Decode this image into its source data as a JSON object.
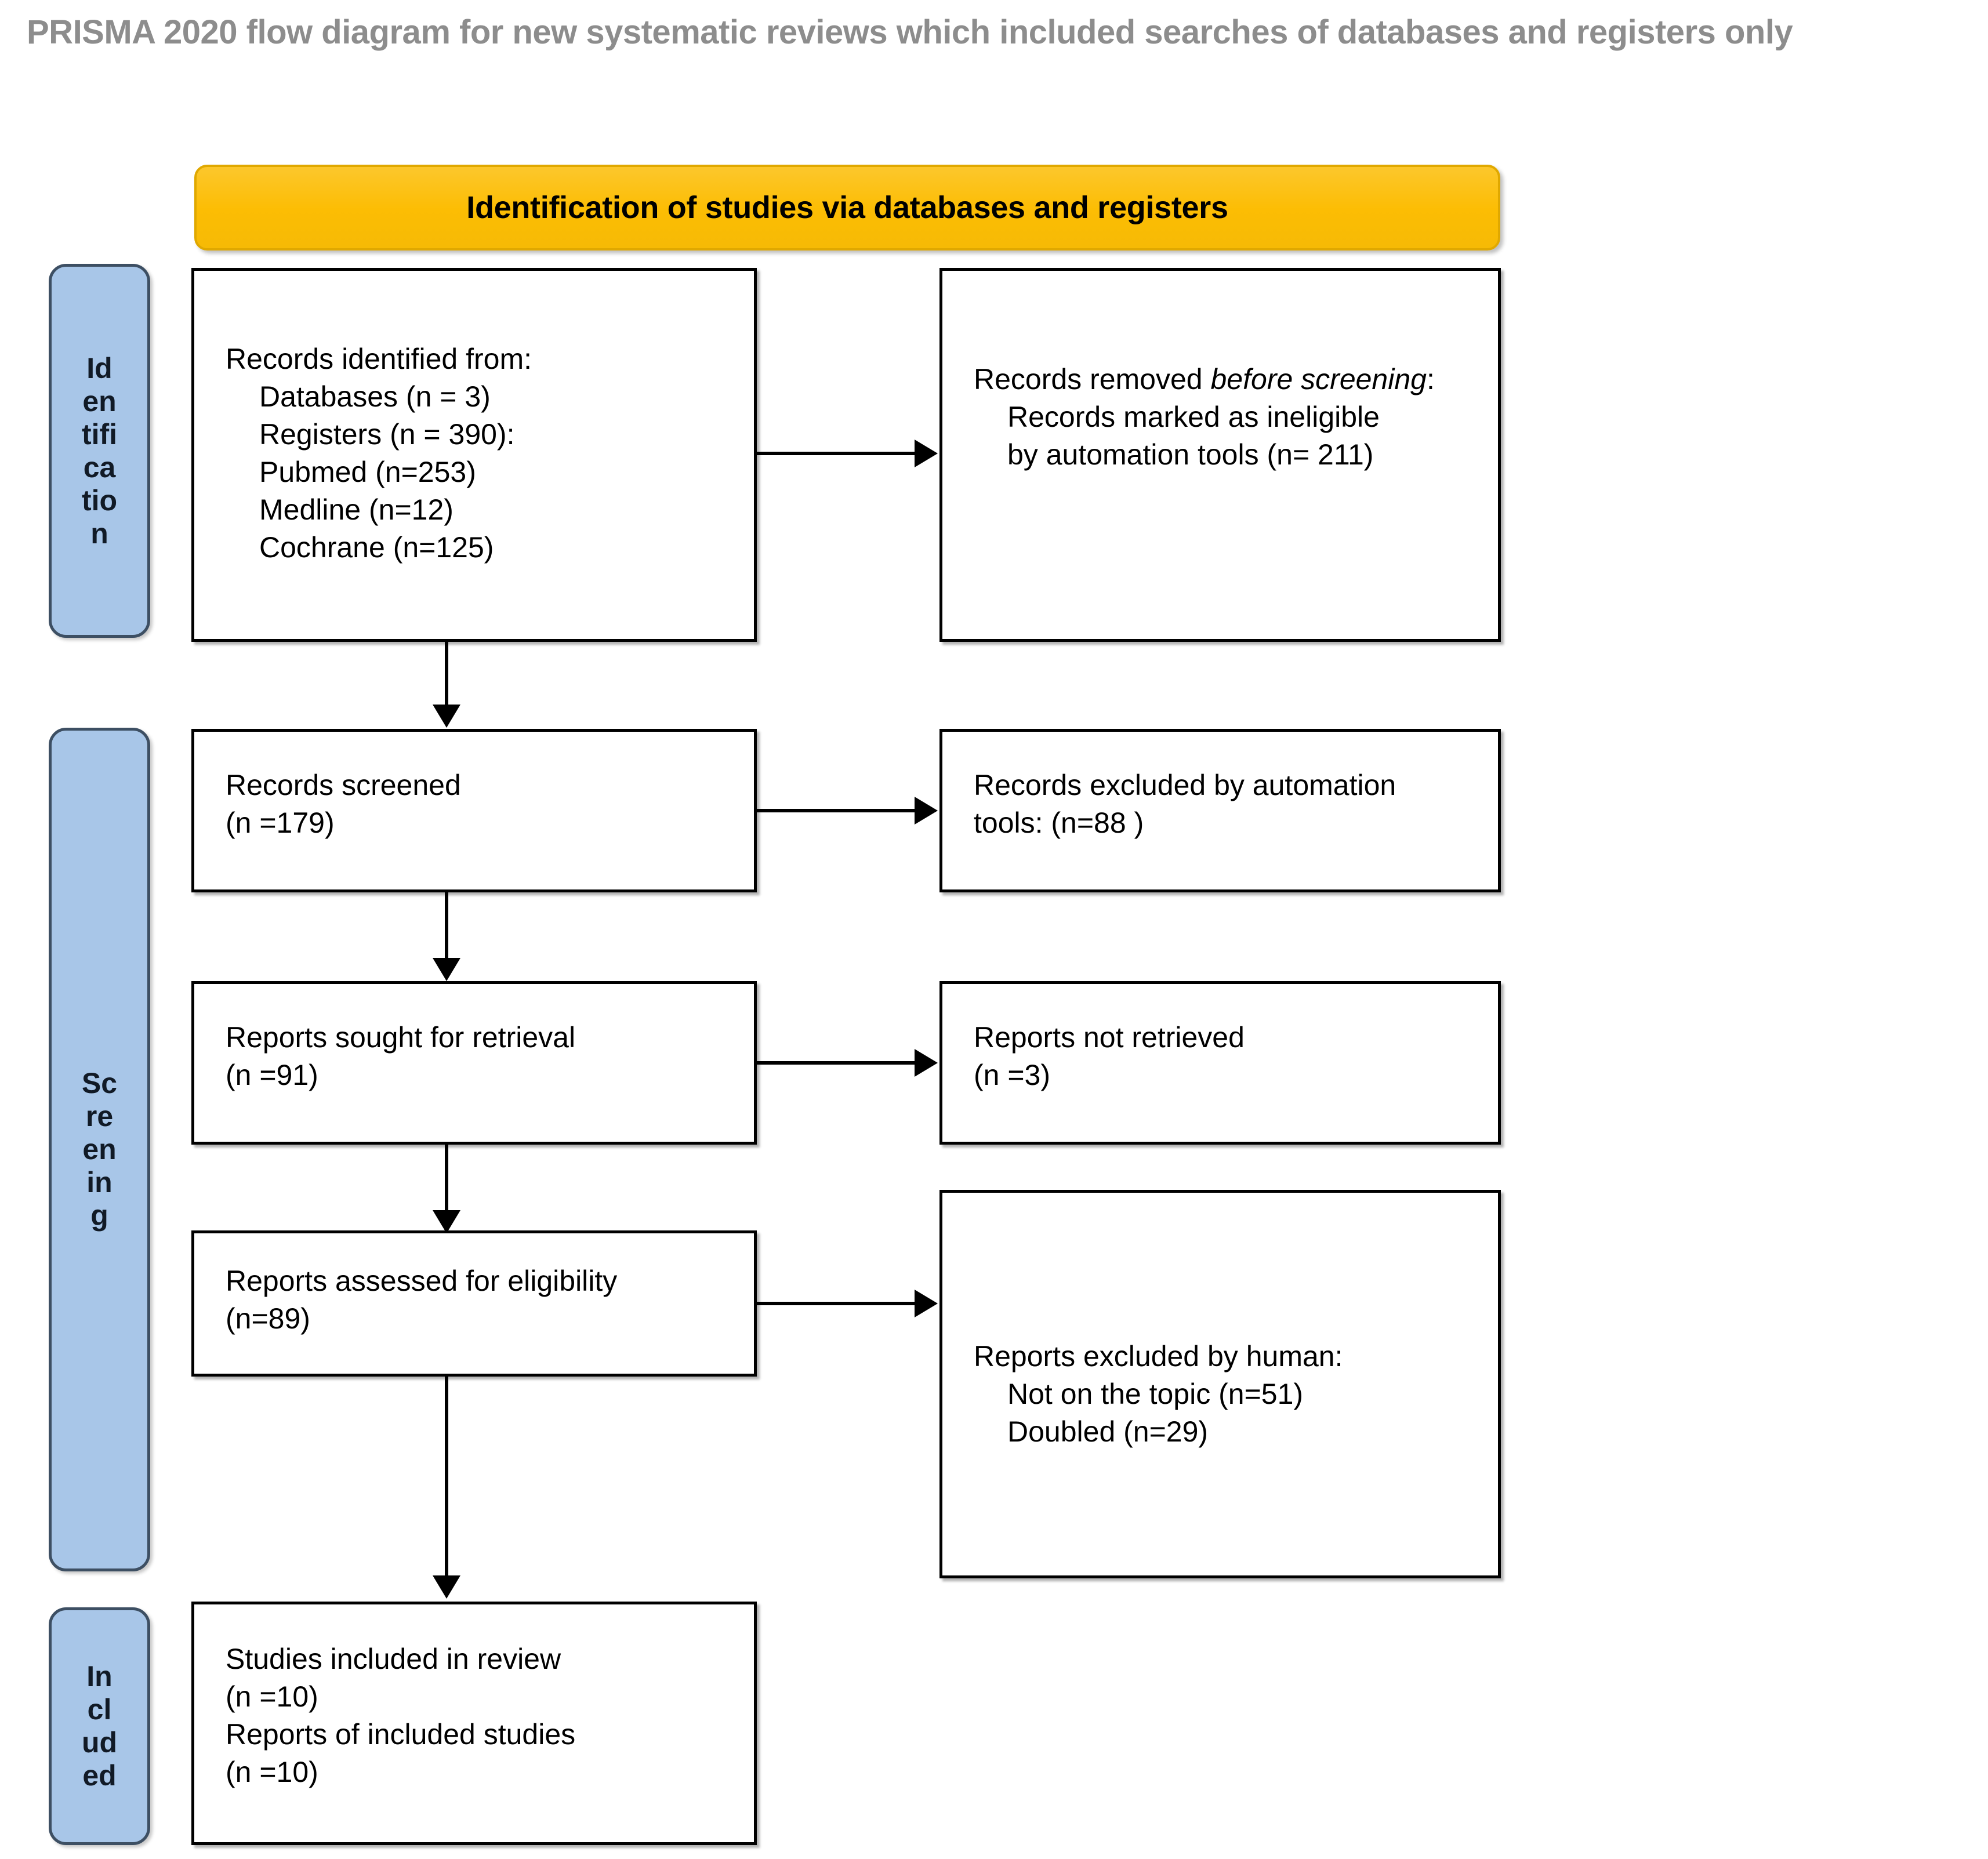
{
  "title": "PRISMA 2020  flow diagram for new systematic reviews which included searches of databases and registers only",
  "colors": {
    "banner_fill": "#fcbd04",
    "banner_border": "#e0a800",
    "stage_tab_fill": "#a8c6e8",
    "stage_tab_border": "#3d4f63",
    "box_border": "#000000",
    "box_fill": "#ffffff",
    "connector": "#000000",
    "title_text": "#8d8d8d"
  },
  "banner": {
    "label": "Identification of studies via databases and registers"
  },
  "stages": [
    {
      "name": "identification",
      "label": "Identification",
      "lines": [
        "Id",
        "en",
        "tifi",
        "ca",
        "tio",
        "n"
      ]
    },
    {
      "name": "screening",
      "label": "Screening",
      "lines": [
        "Sc",
        "re",
        "en",
        "in",
        "g"
      ]
    },
    {
      "name": "included",
      "label": "Included",
      "lines": [
        "In",
        "cl",
        "ud",
        "ed"
      ]
    }
  ],
  "boxes": {
    "records_identified": {
      "heading": "Records identified from:",
      "items": [
        "Databases (n = 3)",
        "Registers (n = 390):",
        "Pubmed (n=253)",
        "Medline (n=12)",
        "Cochrane (n=125)"
      ]
    },
    "records_removed": {
      "heading_plain": "Records removed ",
      "heading_italic": "before screening",
      "heading_tail": ":",
      "items": [
        "Records marked as ineligible",
        "by automation tools (n= 211)"
      ]
    },
    "records_screened": {
      "line1": "Records screened",
      "line2": "(n =179)"
    },
    "records_excluded_automation": {
      "line1": "Records excluded by automation",
      "line2": "tools: (n=88 )"
    },
    "reports_sought": {
      "line1": "Reports sought for retrieval",
      "line2": "(n =91)"
    },
    "reports_not_retrieved": {
      "line1": "Reports not retrieved",
      "line2": "(n =3)"
    },
    "reports_assessed": {
      "line1": "Reports assessed for eligibility",
      "line2": "(n=89)"
    },
    "reports_excluded_human": {
      "heading": "Reports excluded by human:",
      "items": [
        "Not on the topic (n=51)",
        "Doubled (n=29)"
      ]
    },
    "studies_included": {
      "line1": "Studies included in review",
      "line2": "(n =10)",
      "line3": "Reports of included studies",
      "line4": "(n =10)"
    }
  }
}
